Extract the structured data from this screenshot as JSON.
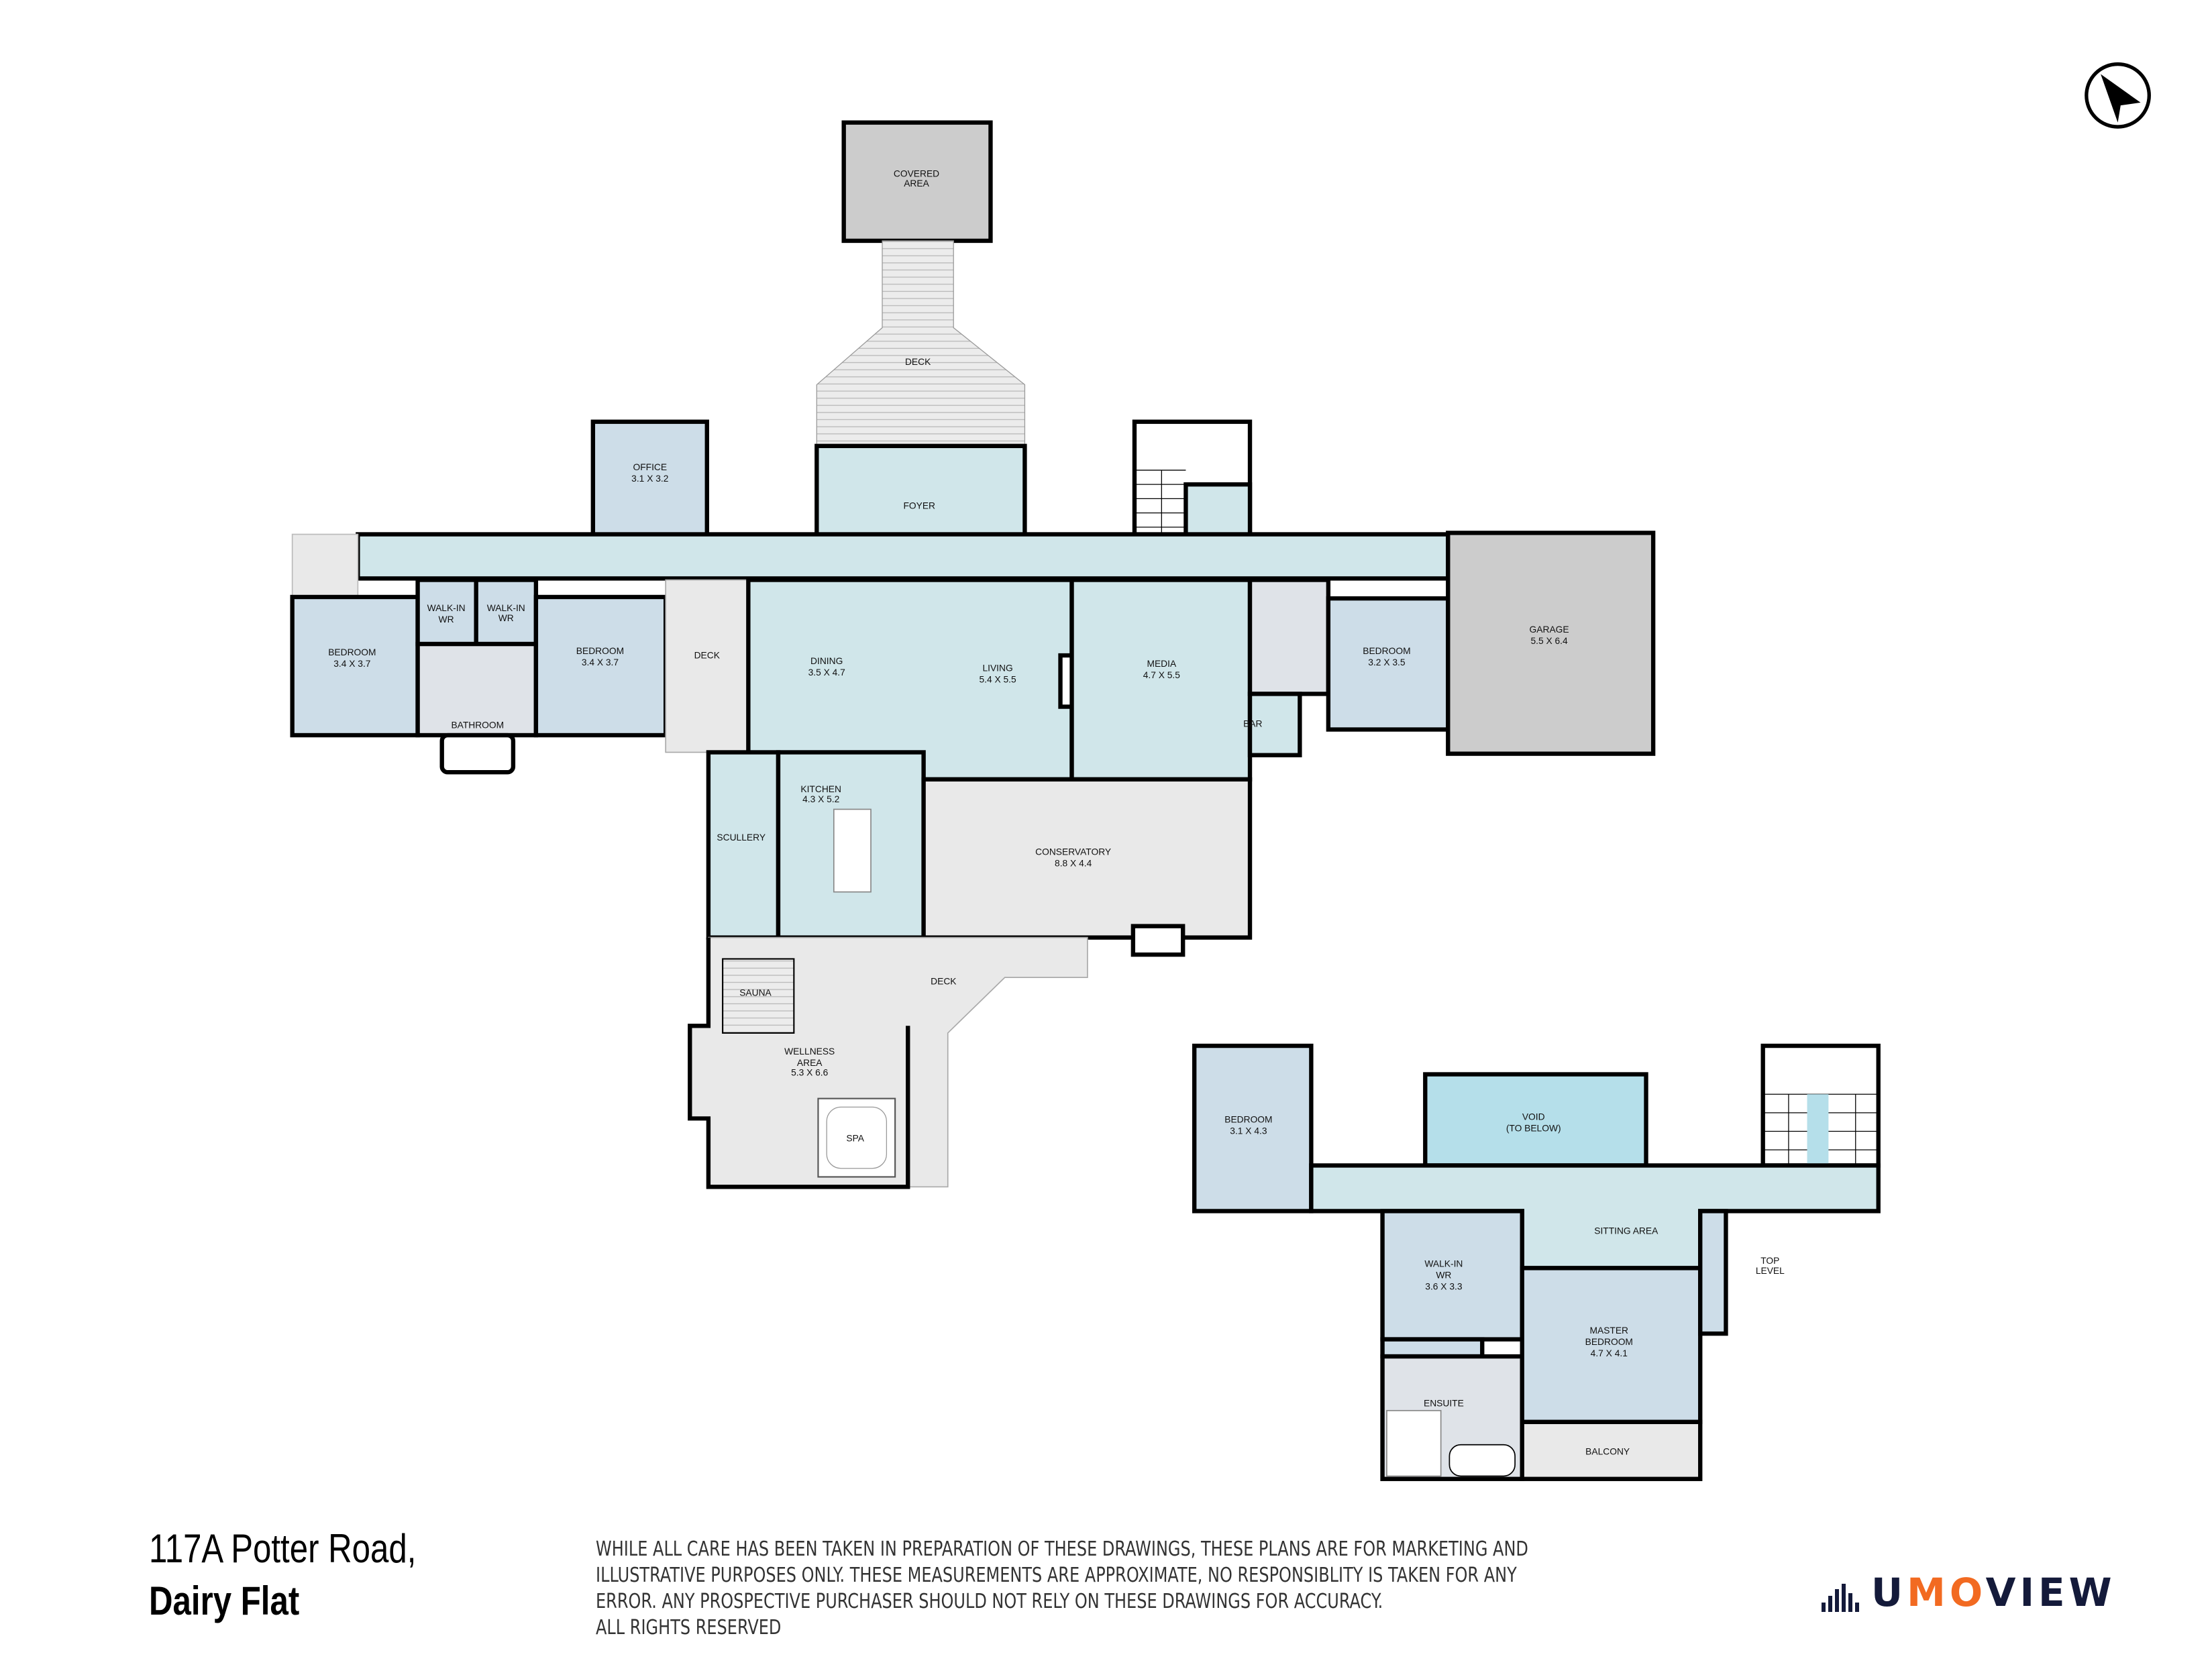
{
  "colors": {
    "room_blue": "#cddde8",
    "hall_blue": "#d0e6ea",
    "void_blue": "#b5dfea",
    "grey": "#cccccc",
    "deck": "#e9e9e9",
    "wet": "#dfe3e8",
    "logo_navy": "#141a3a",
    "logo_orange": "#f26a21"
  },
  "icons": {
    "compass": "north-arrow-icon",
    "logo": "umoview-bars-icon"
  },
  "ground": {
    "covered": [
      "COVERED",
      "AREA"
    ],
    "deck_top": "DECK",
    "foyer": "FOYER",
    "office": [
      "OFFICE",
      "3.1 X 3.2"
    ],
    "bedroom1": [
      "BEDROOM",
      "3.4 X 3.7"
    ],
    "wir1": [
      "WALK-IN",
      "WR"
    ],
    "wir2": [
      "WALK-IN",
      "WR"
    ],
    "bathroom": "BATHROOM",
    "bedroom2": [
      "BEDROOM",
      "3.4 X 3.7"
    ],
    "deck_left": "DECK",
    "dining": [
      "DINING",
      "3.5 X 4.7"
    ],
    "living": [
      "LIVING",
      "5.4 X 5.5"
    ],
    "media": [
      "MEDIA",
      "4.7 X 5.5"
    ],
    "bar": "BAR",
    "bedroom3": [
      "BEDROOM",
      "3.2 X 3.5"
    ],
    "garage": [
      "GARAGE",
      "5.5 X 6.4"
    ],
    "kitchen": [
      "KITCHEN",
      "4.3 X 5.2"
    ],
    "scullery": "SCULLERY",
    "conservatory": [
      "CONSERVATORY",
      "8.8 X 4.4"
    ],
    "deck_bottom": "DECK",
    "sauna": "SAUNA",
    "wellness": [
      "WELLNESS",
      "AREA",
      "5.3 X 6.6"
    ],
    "spa": "SPA"
  },
  "upper": {
    "bedroom": [
      "BEDROOM",
      "3.1 X 4.3"
    ],
    "void": [
      "VOID",
      "(TO BELOW)"
    ],
    "sitting": "SITTING AREA",
    "wir": [
      "WALK-IN",
      "WR",
      "3.6 X 3.3"
    ],
    "master": [
      "MASTER",
      "BEDROOM",
      "4.7 X 4.1"
    ],
    "ensuite": "ENSUITE",
    "balcony": "BALCONY",
    "level": [
      "TOP",
      "LEVEL"
    ]
  },
  "footer": {
    "address_line1": "117A Potter Road,",
    "address_line2": "Dairy Flat",
    "disclaimer": [
      "WHILE ALL CARE HAS BEEN TAKEN IN PREPARATION OF THESE DRAWINGS, THESE PLANS ARE FOR MARKETING AND",
      "ILLUSTRATIVE PURPOSES ONLY. THESE MEASUREMENTS ARE APPROXIMATE, NO RESPONSIBLITY IS TAKEN FOR ANY",
      "ERROR. ANY PROSPECTIVE PURCHASER SHOULD NOT RELY ON THESE DRAWINGS FOR ACCURACY.",
      "ALL RIGHTS RESERVED"
    ],
    "logo": {
      "u": "U",
      "mo": "MO",
      "view": "VIEW"
    }
  }
}
